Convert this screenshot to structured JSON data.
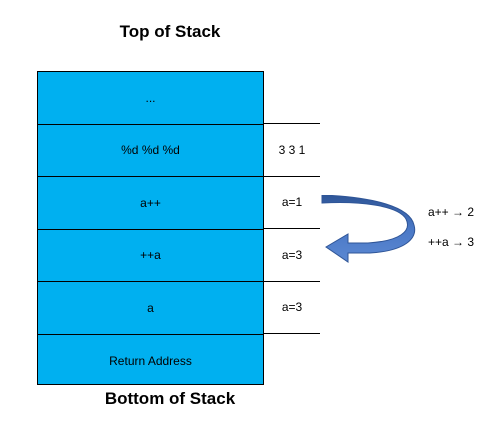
{
  "titles": {
    "top": "Top of Stack",
    "bottom": "Bottom of Stack"
  },
  "stack": {
    "cells": [
      {
        "label": "..."
      },
      {
        "label": "%d %d %d"
      },
      {
        "label": "a++"
      },
      {
        "label": "++a"
      },
      {
        "label": "a"
      },
      {
        "label": "Return Address"
      }
    ]
  },
  "side_values": [
    "3 3 1",
    "a=1",
    "a=3",
    "a=3"
  ],
  "notes": [
    "a++ → 2",
    "++a → 3"
  ],
  "colors": {
    "stack_fill": "#00b0f0",
    "arrow_fill": "#4472c4",
    "arrow_outline": "#2f5597"
  },
  "icons": {
    "arrow": "curved-u-turn-arrow"
  }
}
